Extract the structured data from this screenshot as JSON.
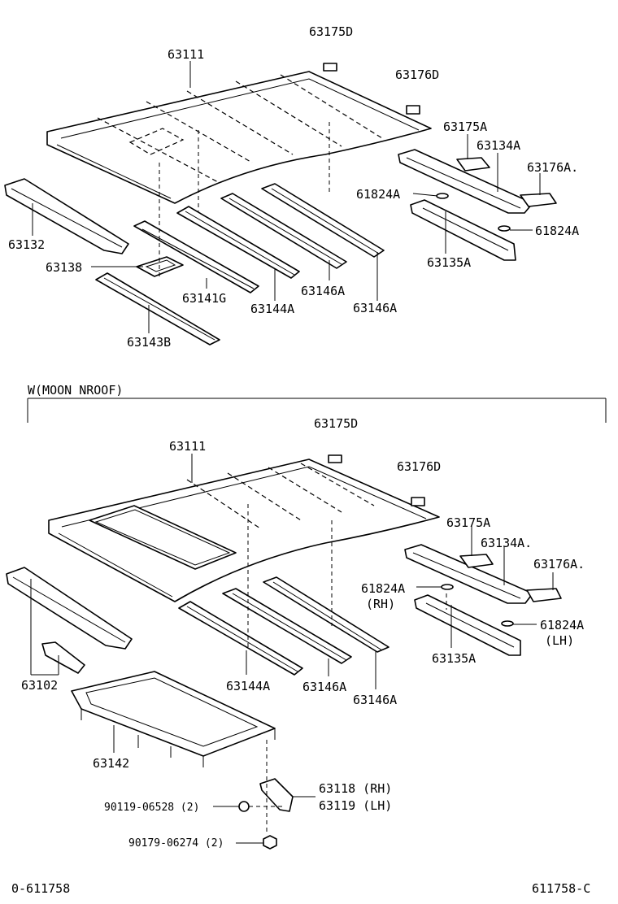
{
  "upper": {
    "p63175D": "63175D",
    "p63111": "63111",
    "p63176D": "63176D",
    "p63175A": "63175A",
    "p63134A": "63134A",
    "p63176A": "63176A.",
    "p61824A_a": "61824A",
    "p61824A_b": "61824A",
    "p63132": "63132",
    "p63138": "63138",
    "p63141G": "63141G",
    "p63144A": "63144A",
    "p63146A_a": "63146A",
    "p63146A_b": "63146A",
    "p63135A": "63135A",
    "p63143B": "63143B"
  },
  "section": {
    "title": "W(MOON NROOF)"
  },
  "lower": {
    "p63175D": "63175D",
    "p63111": "63111",
    "p63176D": "63176D",
    "p63175A": "63175A",
    "p63134A": "63134A.",
    "p63176A": "63176A.",
    "p61824A_a": "61824A",
    "rh": "(RH)",
    "p61824A_b": "61824A",
    "lh": "(LH)",
    "p63135A": "63135A",
    "p63102": "63102",
    "p63144A": "63144A",
    "p63146A_a": "63146A",
    "p63146A_b": "63146A",
    "p63142": "63142",
    "p63118": "63118 (RH)",
    "p63119": "63119 (LH)",
    "bolt1": "90119-06528 (2)",
    "bolt2": "90179-06274 (2)"
  },
  "footer": {
    "left_code": "0-611758",
    "right_code": "611758-C"
  }
}
